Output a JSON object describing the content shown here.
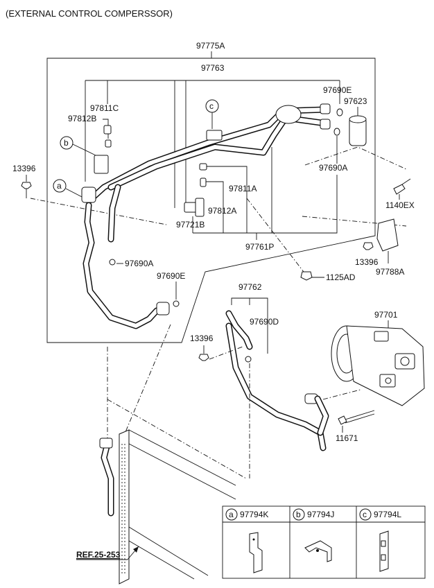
{
  "header": "(EXTERNAL CONTROL COMPERSSOR)",
  "labels": {
    "l97775A": "97775A",
    "l97763": "97763",
    "l97811C": "97811C",
    "l97812B": "97812B",
    "l97690E_top": "97690E",
    "l97623": "97623",
    "l13396_left": "13396",
    "l97690A_right": "97690A",
    "l97811A": "97811A",
    "l1140EX": "1140EX",
    "l97812A": "97812A",
    "l97721B": "97721B",
    "l97761P": "97761P",
    "l13396_right": "13396",
    "l97788A": "97788A",
    "l97690A_left": "97690A",
    "l97690E_mid": "97690E",
    "l1125AD": "1125AD",
    "l97762": "97762",
    "l97701": "97701",
    "l97690D": "97690D",
    "l13396_mid": "13396",
    "l11671": "11671",
    "ref": "REF.25-253"
  },
  "callouts": {
    "a": "a",
    "b": "b",
    "c": "c"
  },
  "legend": [
    {
      "key": "a",
      "part": "97794K"
    },
    {
      "key": "b",
      "part": "97794J"
    },
    {
      "key": "c",
      "part": "97794L"
    }
  ]
}
